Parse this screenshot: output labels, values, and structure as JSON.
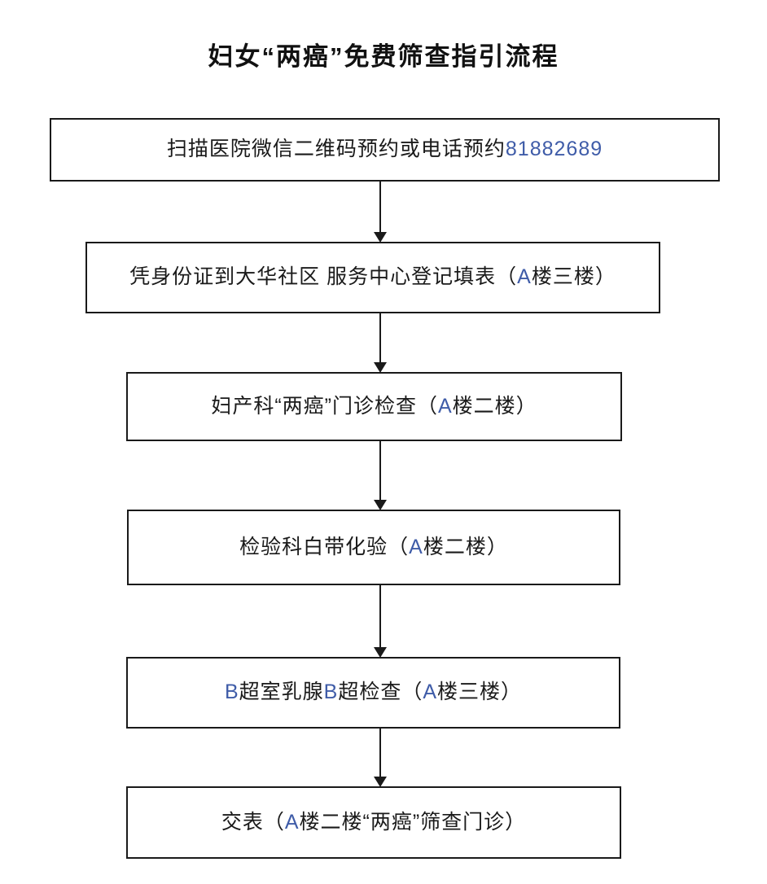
{
  "title": "妇女“两癌”免费筛查指引流程",
  "flow": {
    "steps": [
      {
        "label": "扫描医院微信二维码预约或电话预约 81882689"
      },
      {
        "label": "凭身份证到大华社区 服务中心登记填表（A 楼三楼）"
      },
      {
        "label": "妇产科“两癌”门诊检查（A 楼二楼）"
      },
      {
        "label": "检验科白带化验（A 楼二楼）"
      },
      {
        "label": "B 超室乳腺 B 超检查（A 楼三楼）"
      },
      {
        "label": "交表（A 楼二楼“两癌”筛查门诊）"
      }
    ]
  },
  "colors": {
    "text": "#1a1a1a",
    "border": "#1a1a1a",
    "latin_letter": "#3f5ca8",
    "background": "#ffffff"
  }
}
